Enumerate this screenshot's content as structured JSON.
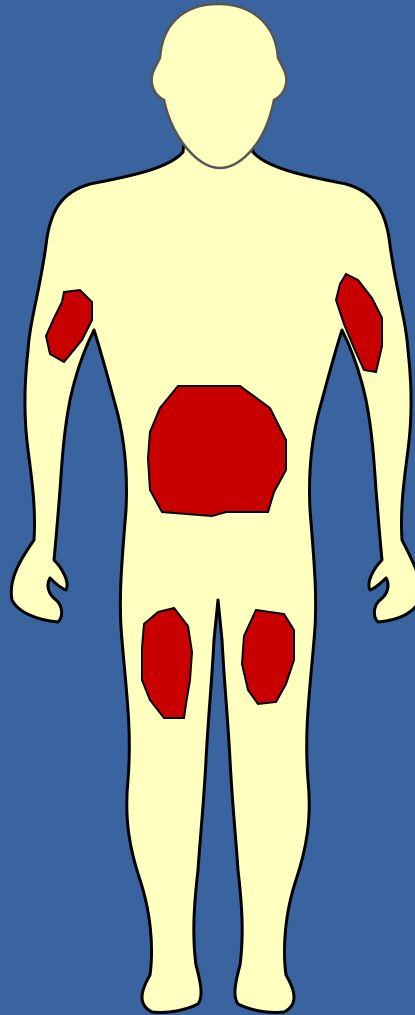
{
  "colors": {
    "background": "#3a64a0",
    "body_fill": "#ffffc0",
    "body_outline": "#000000",
    "head_outline": "#555555",
    "injection_site_fill": "#c80000"
  },
  "figure": {
    "view": "front",
    "injection_sites": [
      {
        "site": "left-upper-arm"
      },
      {
        "site": "right-upper-arm"
      },
      {
        "site": "abdomen"
      },
      {
        "site": "left-thigh"
      },
      {
        "site": "right-thigh"
      }
    ]
  }
}
